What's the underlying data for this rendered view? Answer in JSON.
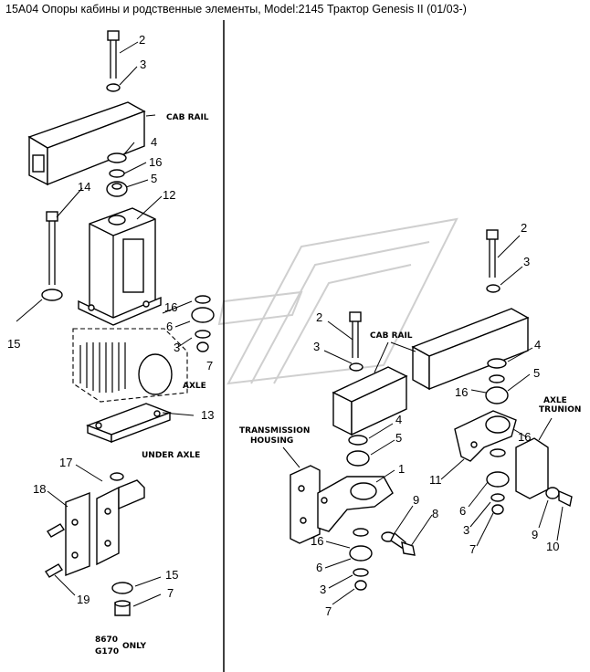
{
  "title": "15A04 Опоры кабины и родственные элементы, Model:2145 Трактор Genesis II (01/03-)",
  "labels": {
    "cab_rail_left": "CAB RAIL",
    "axle": "AXLE",
    "under_axle": "UNDER AXLE",
    "only_line1": "8670",
    "only_line2": "G170",
    "only_word": "ONLY",
    "cab_rail_right": "CAB RAIL",
    "trans_line1": "TRANSMISSION",
    "trans_line2": "HOUSING",
    "axle_trunion_line1": "AXLE",
    "axle_trunion_line2": "TRUNION"
  },
  "callouts": {
    "l2": "2",
    "l3": "3",
    "l4": "4",
    "l16": "16",
    "l5": "5",
    "l14": "14",
    "l12": "12",
    "l15a": "15",
    "l16b": "16",
    "l6": "6",
    "l3b": "3",
    "l7": "7",
    "l13": "13",
    "l17": "17",
    "l18": "18",
    "l19": "19",
    "l15b": "15",
    "l7b": "7",
    "r2a": "2",
    "r3a": "3",
    "r2b": "2",
    "r3b": "3",
    "r4a": "4",
    "r16a": "16",
    "r5a": "5",
    "r4b": "4",
    "r5b": "5",
    "r1": "1",
    "r9a": "9",
    "r8": "8",
    "r16b": "16",
    "r6a": "6",
    "r3c": "3",
    "r7a": "7",
    "r16c": "16",
    "r11": "11",
    "r6b": "6",
    "r3d": "3",
    "r7b": "7",
    "r9b": "9",
    "r10": "10"
  }
}
